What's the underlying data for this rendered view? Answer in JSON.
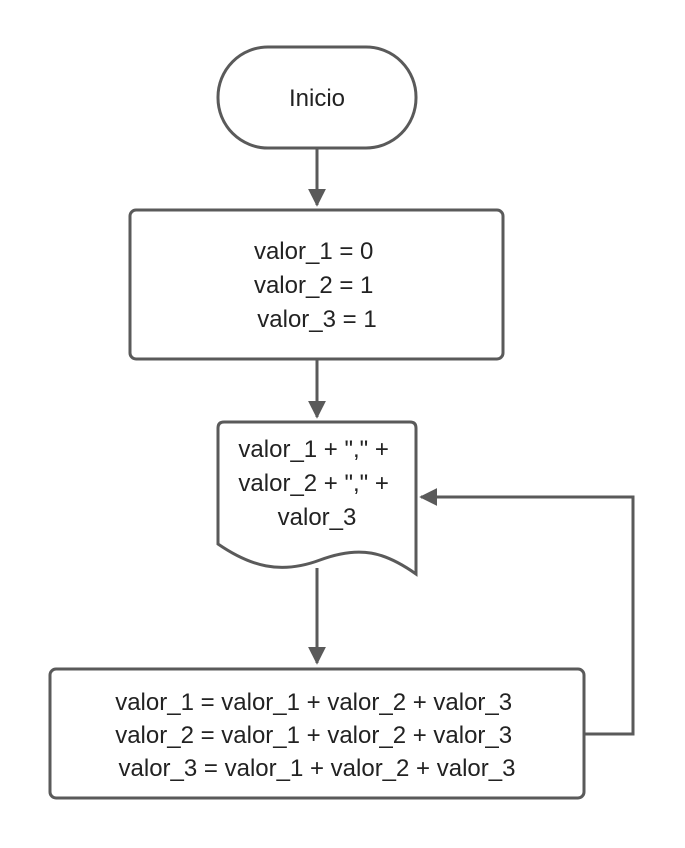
{
  "flowchart": {
    "nodes": {
      "start": {
        "type": "terminator",
        "lines": [
          "Inicio"
        ]
      },
      "init": {
        "type": "process",
        "lines": [
          "valor_1 = 0",
          "valor_2 = 1",
          "valor_3 = 1"
        ]
      },
      "output": {
        "type": "document",
        "lines": [
          "valor_1 + \",\" +",
          "valor_2 + \",\" +",
          "valor_3"
        ]
      },
      "update": {
        "type": "process",
        "lines": [
          "valor_1 = valor_1 + valor_2 + valor_3",
          "valor_2 = valor_1 + valor_2 + valor_3",
          "valor_3 = valor_1 + valor_2 + valor_3"
        ]
      }
    },
    "edges": [
      {
        "from": "start",
        "to": "init"
      },
      {
        "from": "init",
        "to": "output"
      },
      {
        "from": "output",
        "to": "update"
      },
      {
        "from": "update",
        "to": "output"
      }
    ]
  }
}
